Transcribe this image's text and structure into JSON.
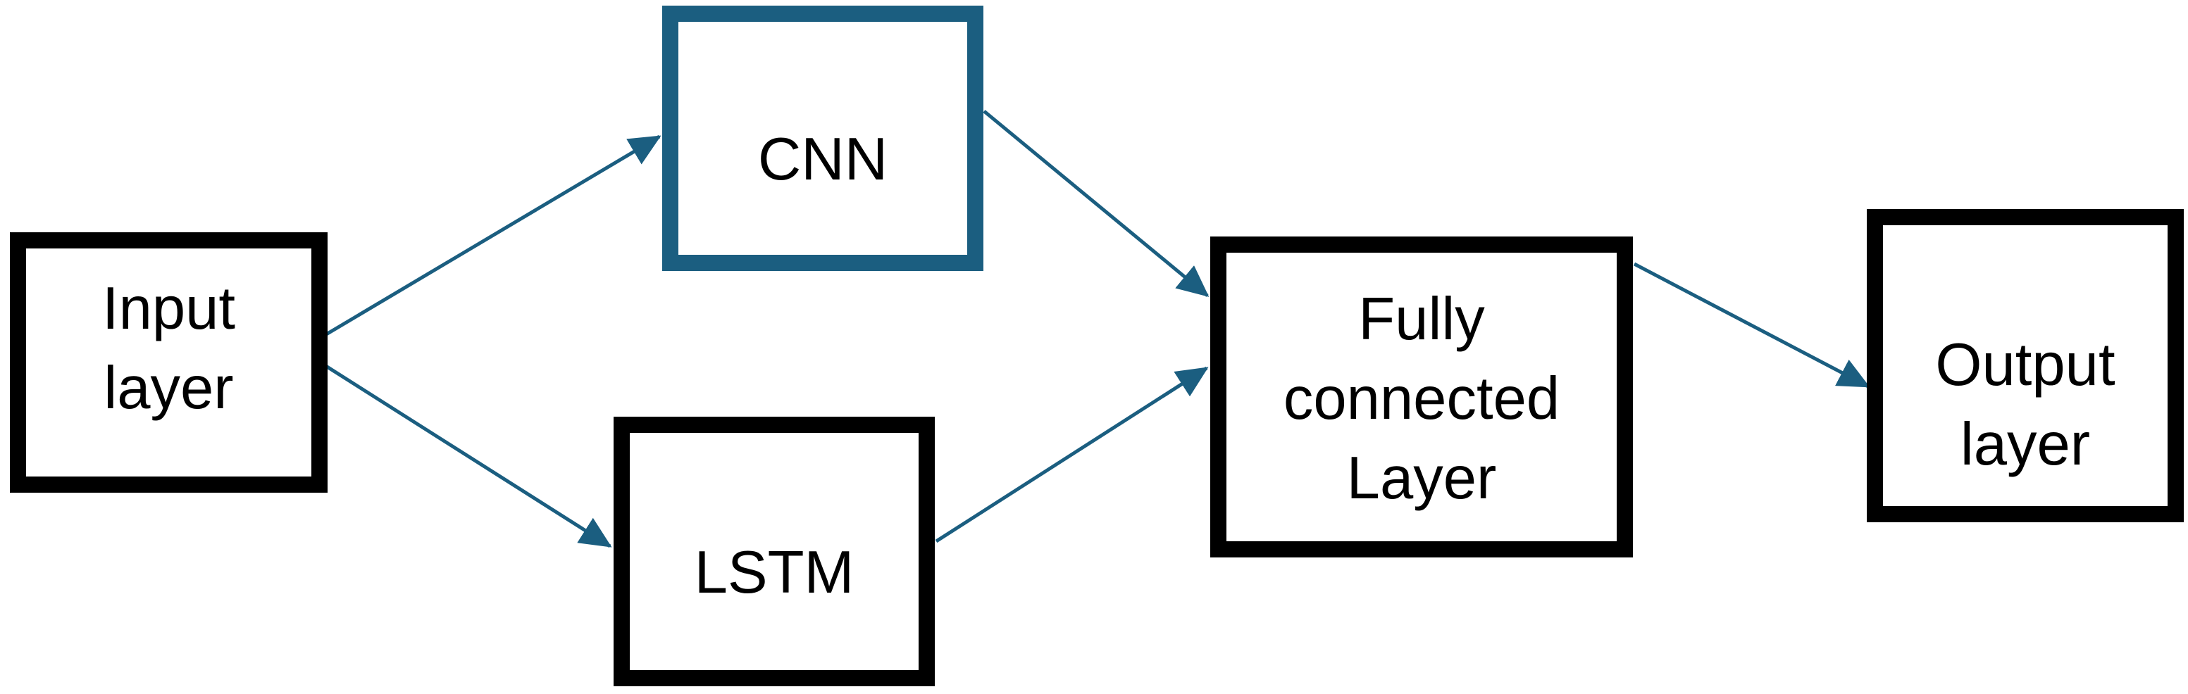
{
  "diagram": {
    "colors": {
      "arrow": "#1b5e80",
      "teal_border": "#1b5e80",
      "black_border": "#000000",
      "text": "#000000",
      "node_fill": "#ffffff",
      "background": "#ffffff"
    },
    "nodes": [
      {
        "id": "input-layer",
        "label": "Input\nlayer",
        "border": "black"
      },
      {
        "id": "cnn",
        "label": "CNN",
        "border": "teal"
      },
      {
        "id": "lstm",
        "label": "LSTM",
        "border": "black"
      },
      {
        "id": "fully-connected-layer",
        "label": "Fully\nconnected\nLayer",
        "border": "black"
      },
      {
        "id": "output-layer",
        "label": "Output\nlayer",
        "border": "black"
      }
    ],
    "edges": [
      {
        "from": "input-layer",
        "to": "cnn"
      },
      {
        "from": "input-layer",
        "to": "lstm"
      },
      {
        "from": "cnn",
        "to": "fully-connected-layer"
      },
      {
        "from": "lstm",
        "to": "fully-connected-layer"
      },
      {
        "from": "fully-connected-layer",
        "to": "output-layer"
      }
    ]
  }
}
